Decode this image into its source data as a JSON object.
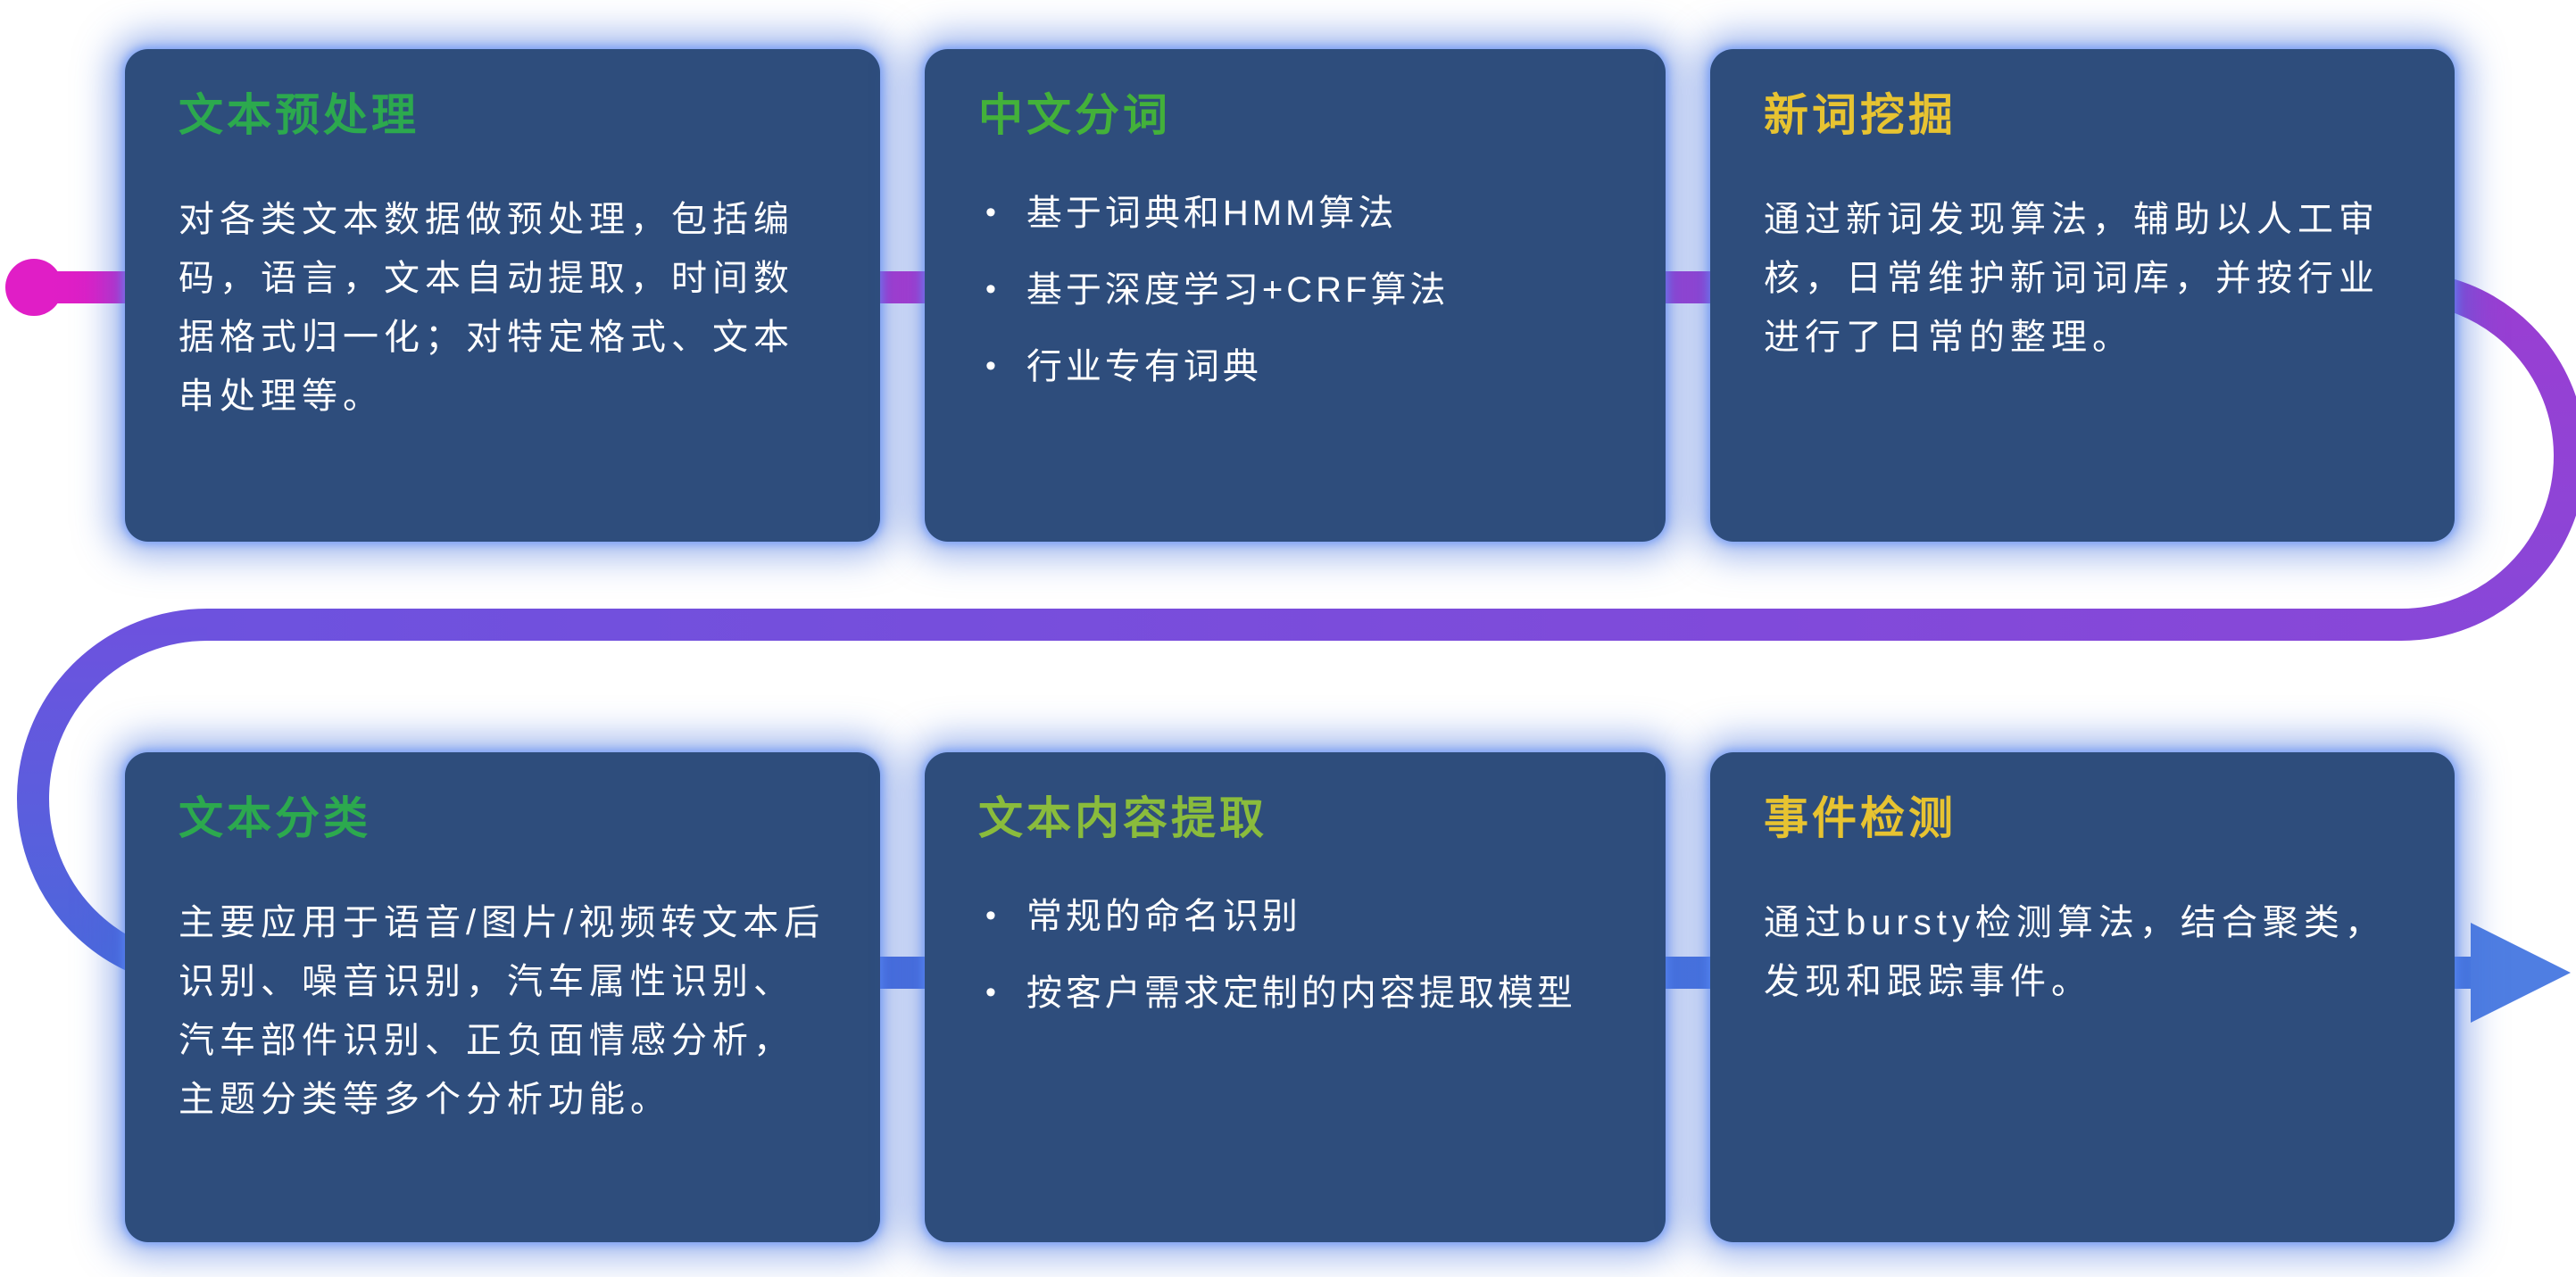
{
  "ui": {
    "bullet": "•"
  },
  "flow": {
    "start_dot_color": "#e01ec6",
    "top_line_colors": [
      "#e01ec6",
      "#9a3ed2"
    ],
    "right_curve_colors": [
      "#9a3ed2",
      "#8847d8"
    ],
    "middle_line_colors": [
      "#8847d8",
      "#6d52de"
    ],
    "left_curve_colors": [
      "#6d52de",
      "#4b68dc"
    ],
    "bottom_line_colors": [
      "#4b68dc",
      "#4a79e0"
    ],
    "arrow_color": "#4f7ee2",
    "card_background": "#2e4d7c",
    "card_glow": "#406edc"
  },
  "cards": [
    {
      "title": "文本预处理",
      "title_color": "#2ca94e",
      "body": "对各类文本数据做预处理，包括编码，语言，文本自动提取，时间数据格式归一化；对特定格式、文本串处理等。"
    },
    {
      "title": "中文分词",
      "title_color": "#43b13a",
      "bullets": [
        "基于词典和HMM算法",
        "基于深度学习+CRF算法",
        "行业专有词典"
      ]
    },
    {
      "title": "新词挖掘",
      "title_color": "#e7c331",
      "body": "通过新词发现算法，辅助以人工审核，日常维护新词词库，并按行业进行了日常的整理。"
    },
    {
      "title": "文本分类",
      "title_color": "#2ca94e",
      "body": "主要应用于语音/图片/视频转文本后识别、噪音识别，汽车属性识别、汽车部件识别、正负面情感分析，主题分类等多个分析功能。"
    },
    {
      "title": "文本内容提取",
      "title_color": "#8abc3c",
      "bullets": [
        "常规的命名识别",
        "按客户需求定制的内容提取模型"
      ]
    },
    {
      "title": "事件检测",
      "title_color": "#e7c331",
      "body": "通过bursty检测算法，结合聚类，发现和跟踪事件。"
    }
  ]
}
